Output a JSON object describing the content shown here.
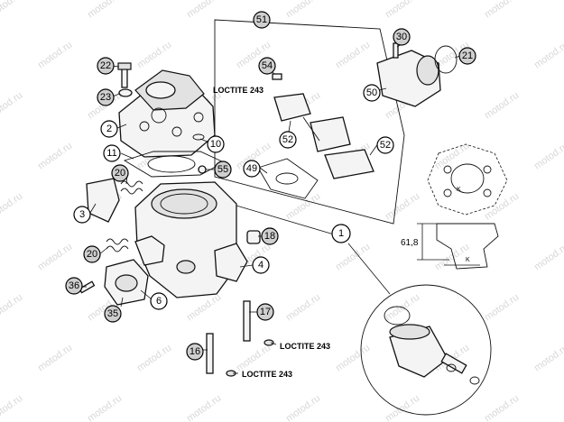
{
  "watermark": "motod.ru",
  "callouts": {
    "c51": "51",
    "c30": "30",
    "c21": "21",
    "c22": "22",
    "c54": "54",
    "c23": "23",
    "c50": "50",
    "c2": "2",
    "c52a": "52",
    "c52b": "52",
    "c11": "11",
    "c10": "10",
    "c20a": "20",
    "c55": "55",
    "c49": "49",
    "c3": "3",
    "c1": "1",
    "c18": "18",
    "c20b": "20",
    "c4": "4",
    "c36": "36",
    "c6": "6",
    "c17": "17",
    "c35": "35",
    "c16": "16"
  },
  "loctite": {
    "l1": "LOCTITE 243",
    "l2": "LOCTITE 243",
    "l3": "LOCTITE 243"
  },
  "dimension": {
    "height_label": "61,8",
    "k_label_top": "K",
    "k_label_bottom": "K"
  }
}
